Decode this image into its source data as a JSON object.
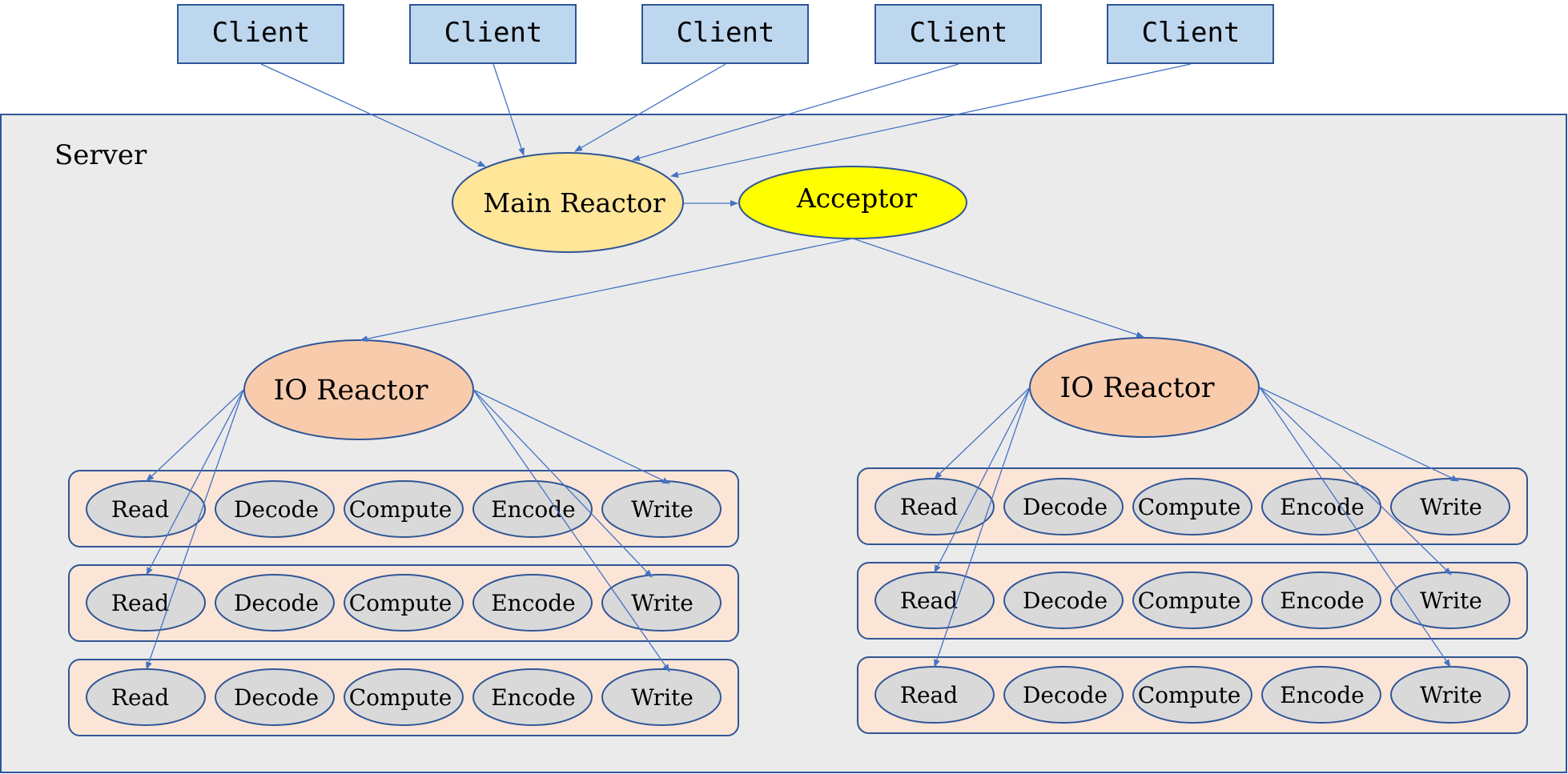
{
  "server": {
    "label": "Server"
  },
  "clients": [
    {
      "label": "Client"
    },
    {
      "label": "Client"
    },
    {
      "label": "Client"
    },
    {
      "label": "Client"
    },
    {
      "label": "Client"
    }
  ],
  "main_reactor": {
    "label": "Main Reactor"
  },
  "acceptor": {
    "label": "Acceptor"
  },
  "io_reactors": [
    {
      "label": "IO Reactor"
    },
    {
      "label": "IO Reactor"
    }
  ],
  "pipeline_stages": [
    "Read",
    "Decode",
    "Compute",
    "Encode",
    "Write"
  ],
  "colors": {
    "client_fill": "#bdd7ee",
    "outline": "#2f5597",
    "arrow": "#4472c4",
    "server_fill": "#ebebeb",
    "main_reactor_fill": "#ffe699",
    "acceptor_fill": "#ffff00",
    "io_reactor_fill": "#f8cbad",
    "pipeline_fill": "#fbe5d6",
    "task_fill": "#d9d9d9"
  }
}
